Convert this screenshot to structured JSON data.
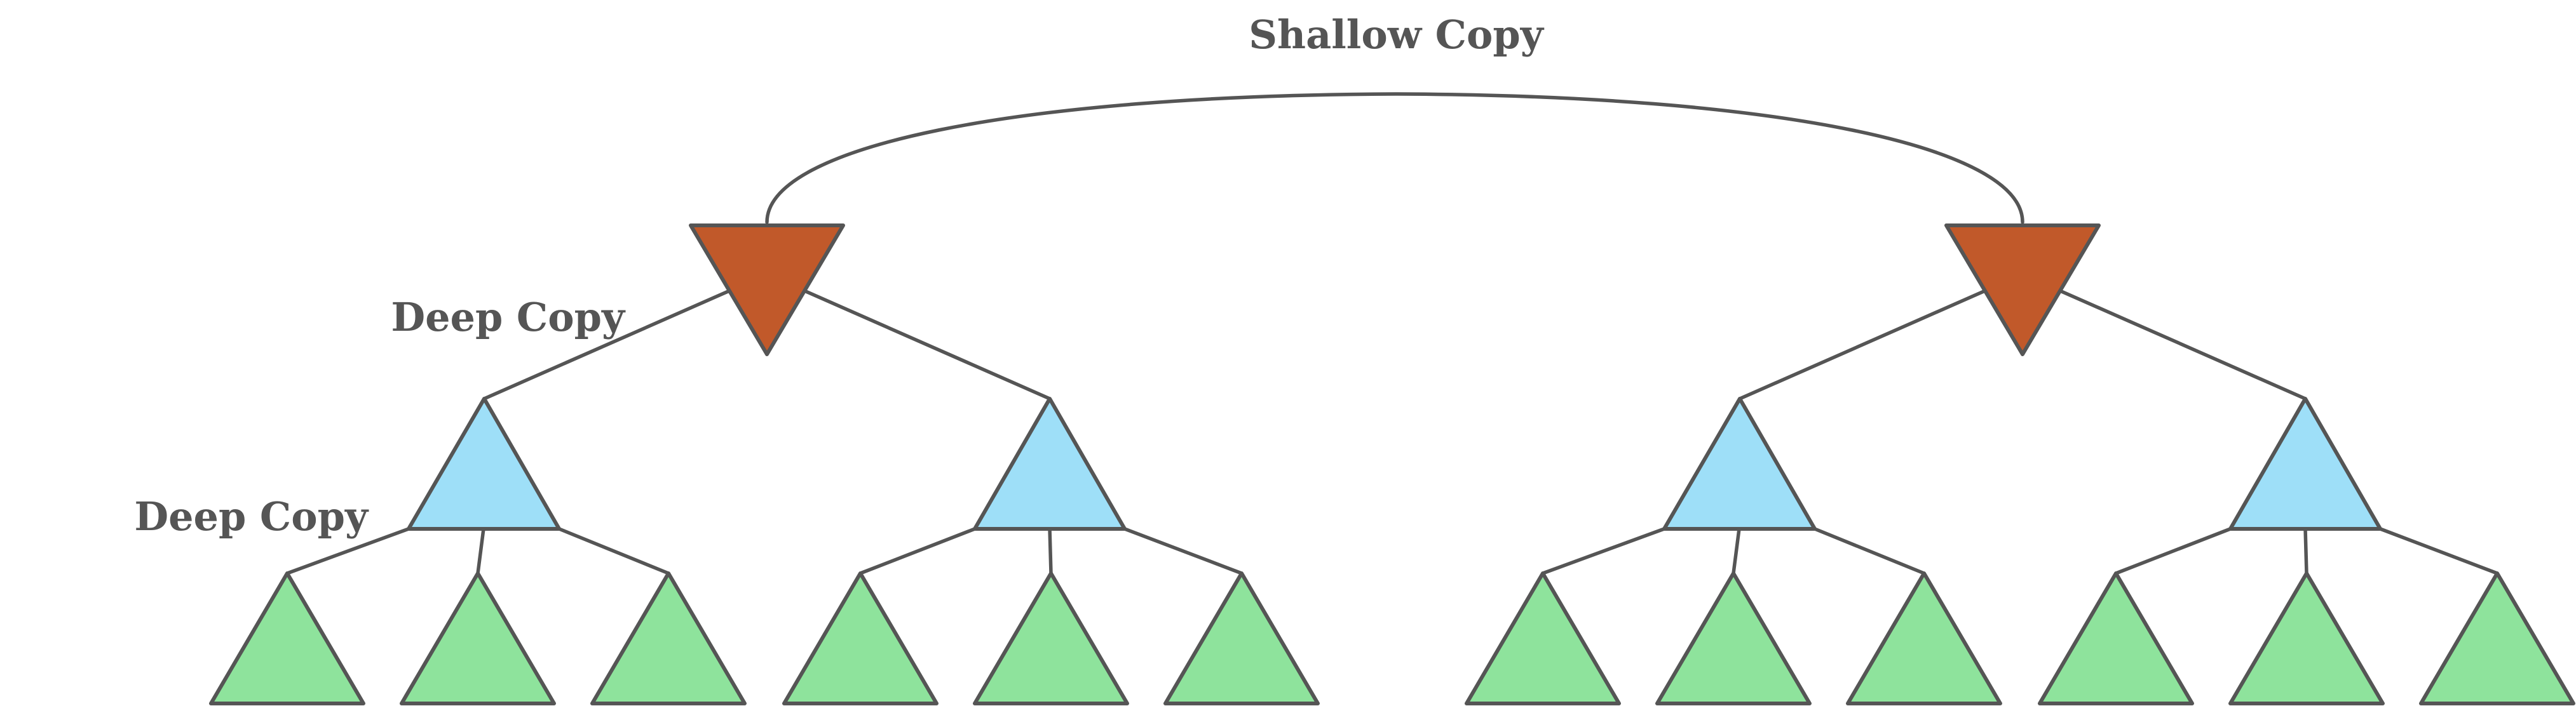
{
  "labels": {
    "shallow": "Shallow Copy",
    "deep_top": "Deep Copy",
    "deep_mid": "Deep Copy"
  },
  "colors": {
    "root": "#c1592a",
    "child": "#9edff8",
    "leaf": "#8ee39c",
    "stroke": "#555555"
  }
}
